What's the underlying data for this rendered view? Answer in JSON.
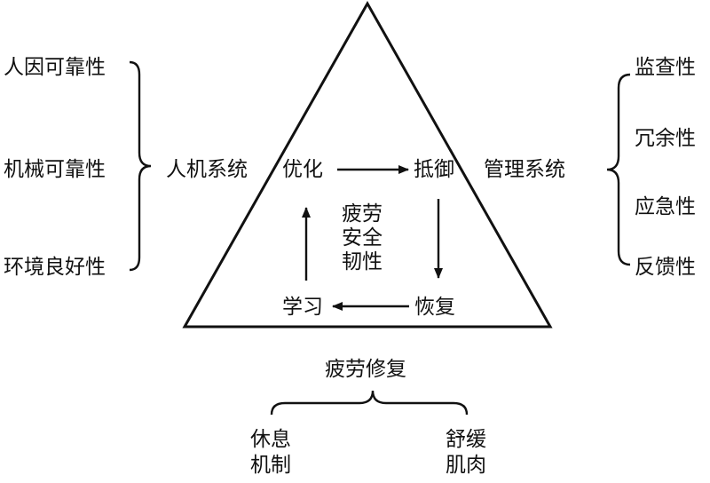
{
  "left": {
    "items": [
      "人因可靠性",
      "机械可靠性",
      "环境良好性"
    ],
    "group": "人机系统"
  },
  "right": {
    "items": [
      "监查性",
      "冗余性",
      "应急性",
      "反馈性"
    ],
    "group": "管理系统"
  },
  "cycle": {
    "optimize": "优化",
    "resist": "抵御",
    "recover": "恢复",
    "learn": "学习"
  },
  "center": {
    "line1": "疲劳",
    "line2": "安全",
    "line3": "韧性"
  },
  "bottom": {
    "title": "疲劳修复",
    "left_line1": "休息",
    "left_line2": "机制",
    "right_line1": "舒缓",
    "right_line2": "肌肉"
  }
}
